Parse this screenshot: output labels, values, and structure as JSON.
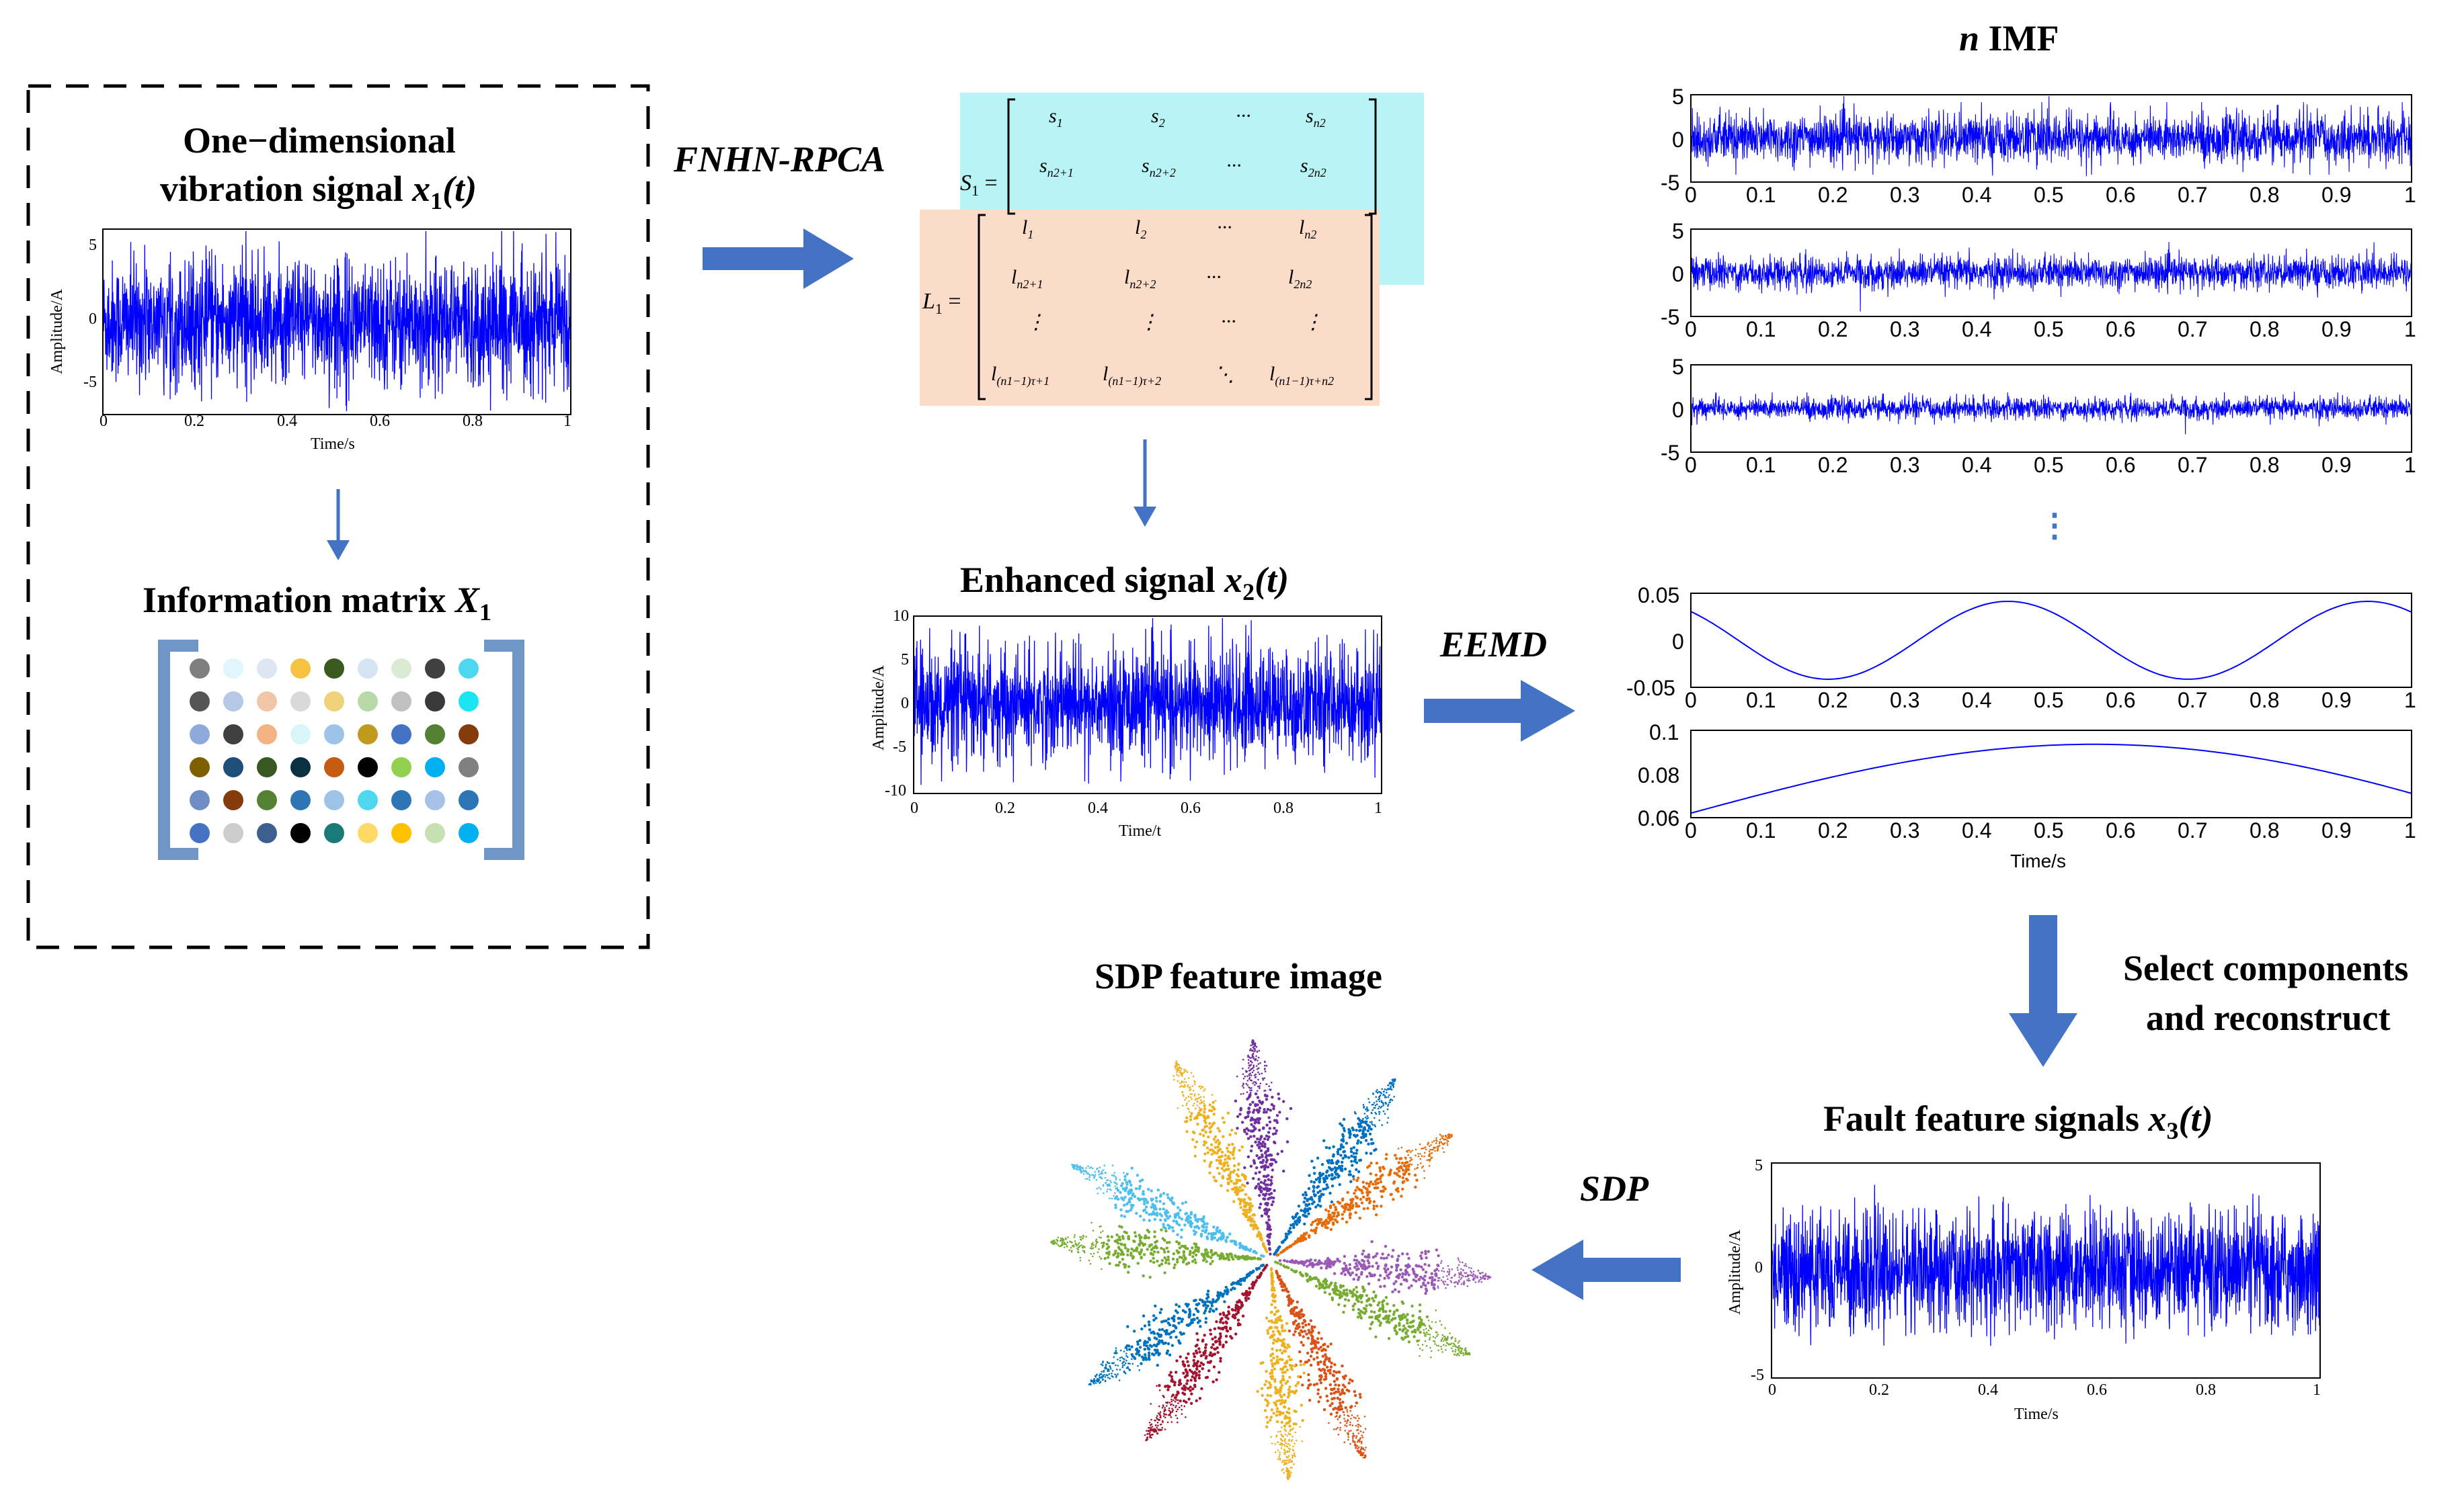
{
  "left_panel": {
    "title_line1": "One−dimensional",
    "title_line2_prefix": "vibration signal ",
    "title_var": "x",
    "title_sub": "1",
    "title_arg": "(t)",
    "plot": {
      "ylabel": "Amplitude/A",
      "xlabel": "Time/s",
      "yticks": [
        "5",
        "0",
        "-5"
      ],
      "xticks": [
        "0",
        "0.2",
        "0.4",
        "0.6",
        "0.8",
        "1"
      ]
    },
    "matrix_title_prefix": "Information matrix ",
    "matrix_var": "X",
    "matrix_sub": "1",
    "dot_colors": [
      [
        "#7f7f7f",
        "#dff7fb",
        "#dde6f2",
        "#f5c242",
        "#3a5a20",
        "#d6e3f2",
        "#dbead3",
        "#404040",
        "#4dd8f0"
      ],
      [
        "#555555",
        "#b5c8e6",
        "#f2c4a8",
        "#d9d9d9",
        "#f0d27a",
        "#b8d8a8",
        "#c0c0c0",
        "#3a3a3a",
        "#19e6f0"
      ],
      [
        "#8eaadb",
        "#404040",
        "#f4b183",
        "#d8f6fa",
        "#9dc3e6",
        "#c09a1c",
        "#4472c4",
        "#548235",
        "#843c0c"
      ],
      [
        "#7f6000",
        "#1f4e79",
        "#385723",
        "#0b3041",
        "#c55a11",
        "#000000",
        "#92d050",
        "#00b0f0",
        "#808080"
      ],
      [
        "#6f8fc4",
        "#843c0c",
        "#548235",
        "#2e75b6",
        "#9dc3e6",
        "#4dd8f0",
        "#2e75b6",
        "#a6c2e6",
        "#2e75b6"
      ],
      [
        "#4472c4",
        "#cccccc",
        "#3c5f8f",
        "#000000",
        "#1a7a7a",
        "#ffd966",
        "#ffc000",
        "#c6e0b4",
        "#00b0f0"
      ]
    ]
  },
  "arrow_labels": {
    "fnhn": "FNHN-RPCA",
    "eemd": "EEMD",
    "sdp": "SDP",
    "select_line1": "Select components",
    "select_line2": "and reconstruct"
  },
  "matrices": {
    "s_label": "S",
    "s_sub": "1",
    "s_row1": [
      "s",
      "s",
      "···",
      "s"
    ],
    "s_row1_subs": [
      "1",
      "2",
      "",
      "n2"
    ],
    "s_row2": [
      "s",
      "s",
      "···",
      "s"
    ],
    "s_row2_subs": [
      "n2+1",
      "n2+2",
      "",
      "2n2"
    ],
    "l_label": "L",
    "l_sub": "1",
    "l_row1": [
      "l",
      "l",
      "···",
      "l"
    ],
    "l_row1_subs": [
      "1",
      "2",
      "",
      "n2"
    ],
    "l_row2": [
      "l",
      "l",
      "···",
      "l"
    ],
    "l_row2_subs": [
      "n2+1",
      "n2+2",
      "",
      "2n2"
    ],
    "l_row3": [
      "⋮",
      "⋮",
      "···",
      "⋮"
    ],
    "l_row4": [
      "l",
      "l",
      "⋱",
      "l"
    ],
    "l_row4_subs": [
      "(n1−1)τ+1",
      "(n1−1)τ+2",
      "",
      "(n1−1)τ+n2"
    ],
    "s_color": "#b8f4f6",
    "l_color": "#fbdcc9"
  },
  "enhanced": {
    "title_prefix": "Enhanced signal ",
    "title_var": "x",
    "title_sub": "2",
    "title_arg": "(t)",
    "plot": {
      "ylabel": "Amplitude/A",
      "xlabel": "Time/t",
      "yticks": [
        "10",
        "5",
        "0",
        "-5",
        "-10"
      ],
      "xticks": [
        "0",
        "0.2",
        "0.4",
        "0.6",
        "0.8",
        "1"
      ]
    }
  },
  "imf": {
    "title_italic": "n",
    "title_rest": " IMF",
    "ellipsis": "⋮",
    "xticks": [
      "0",
      "0.1",
      "0.2",
      "0.3",
      "0.4",
      "0.5",
      "0.6",
      "0.7",
      "0.8",
      "0.9",
      "1"
    ],
    "noise_yticks": [
      "5",
      "0",
      "-5"
    ],
    "res1_yticks": [
      "0.05",
      "0",
      "-0.05"
    ],
    "res2_yticks": [
      "0.1",
      "0.08",
      "0.06"
    ],
    "xlabel": "Time/s"
  },
  "fault": {
    "title_prefix": "Fault feature signals ",
    "title_var": "x",
    "title_sub": "3",
    "title_arg": "(t)",
    "plot": {
      "ylabel": "Amplitude/A",
      "xlabel": "Time/s",
      "yticks": [
        "5",
        "0",
        "-5"
      ],
      "xticks": [
        "0",
        "0.2",
        "0.4",
        "0.6",
        "0.8",
        "1"
      ]
    }
  },
  "sdp": {
    "title": "SDP feature image",
    "petal_colors": [
      "#7030a0",
      "#0070c0",
      "#e46c0a",
      "#9b59b6",
      "#77ac30",
      "#d95319",
      "#edb120",
      "#a2142f",
      "#0072bd",
      "#77ac30",
      "#4dbeee",
      "#edb120"
    ]
  },
  "colors": {
    "signal": "#0000ff",
    "arrow": "#4472c4",
    "dash": "#000000"
  }
}
